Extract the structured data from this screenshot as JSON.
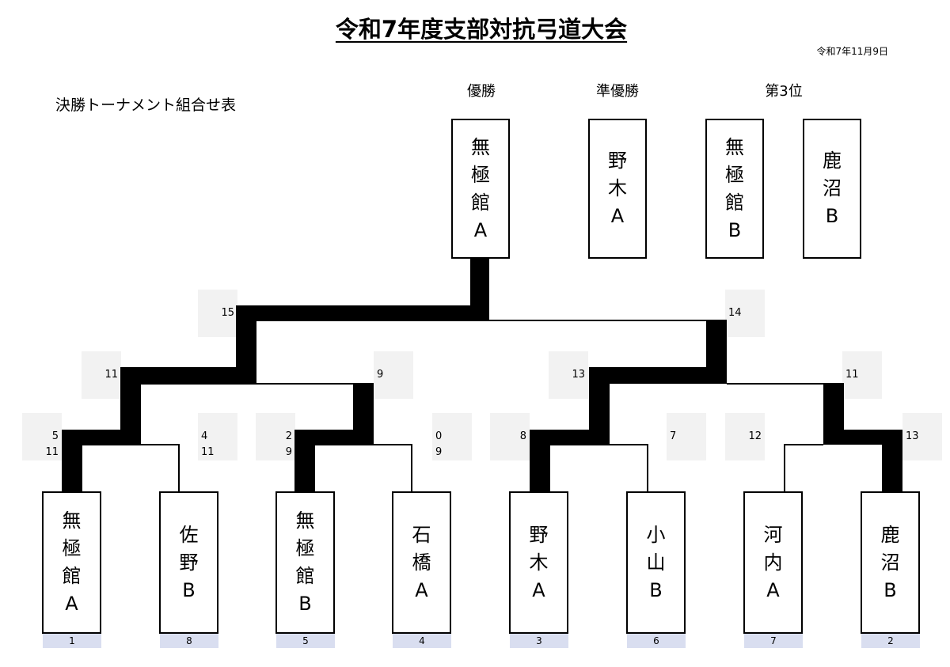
{
  "title": "令和7年度支部対抗弓道大会",
  "date": "令和7年11月9日",
  "subtitle": "決勝トーナメント組合せ表",
  "placings": {
    "first_label": "優勝",
    "second_label": "準優勝",
    "third_label": "第3位",
    "first": "無\n極\n館\nA",
    "second": "野\n木\nA",
    "third_1": "無\n極\n館\nB",
    "third_2": "鹿\n沼\nB"
  },
  "teams": [
    {
      "name": "無\n極\n館\nA",
      "seed": "1"
    },
    {
      "name": "佐\n野\nB",
      "seed": "8"
    },
    {
      "name": "無\n極\n館\nB",
      "seed": "5"
    },
    {
      "name": "石\n橋\nA",
      "seed": "4"
    },
    {
      "name": "野\n木\nA",
      "seed": "3"
    },
    {
      "name": "小\n山\nB",
      "seed": "6"
    },
    {
      "name": "河\n内\nA",
      "seed": "7"
    },
    {
      "name": "鹿\n沼\nB",
      "seed": "2"
    }
  ],
  "scores": {
    "r1": [
      "5\n11",
      "4\n11",
      "2\n9",
      "0\n9",
      "8",
      "7",
      "12",
      "13"
    ],
    "r2": [
      "11",
      "9",
      "13",
      "11"
    ],
    "r3": [
      "15",
      "14"
    ]
  },
  "colors": {
    "line": "#000000",
    "score_bg": "#f2f2f2",
    "seed_bg": "#d9def0"
  }
}
